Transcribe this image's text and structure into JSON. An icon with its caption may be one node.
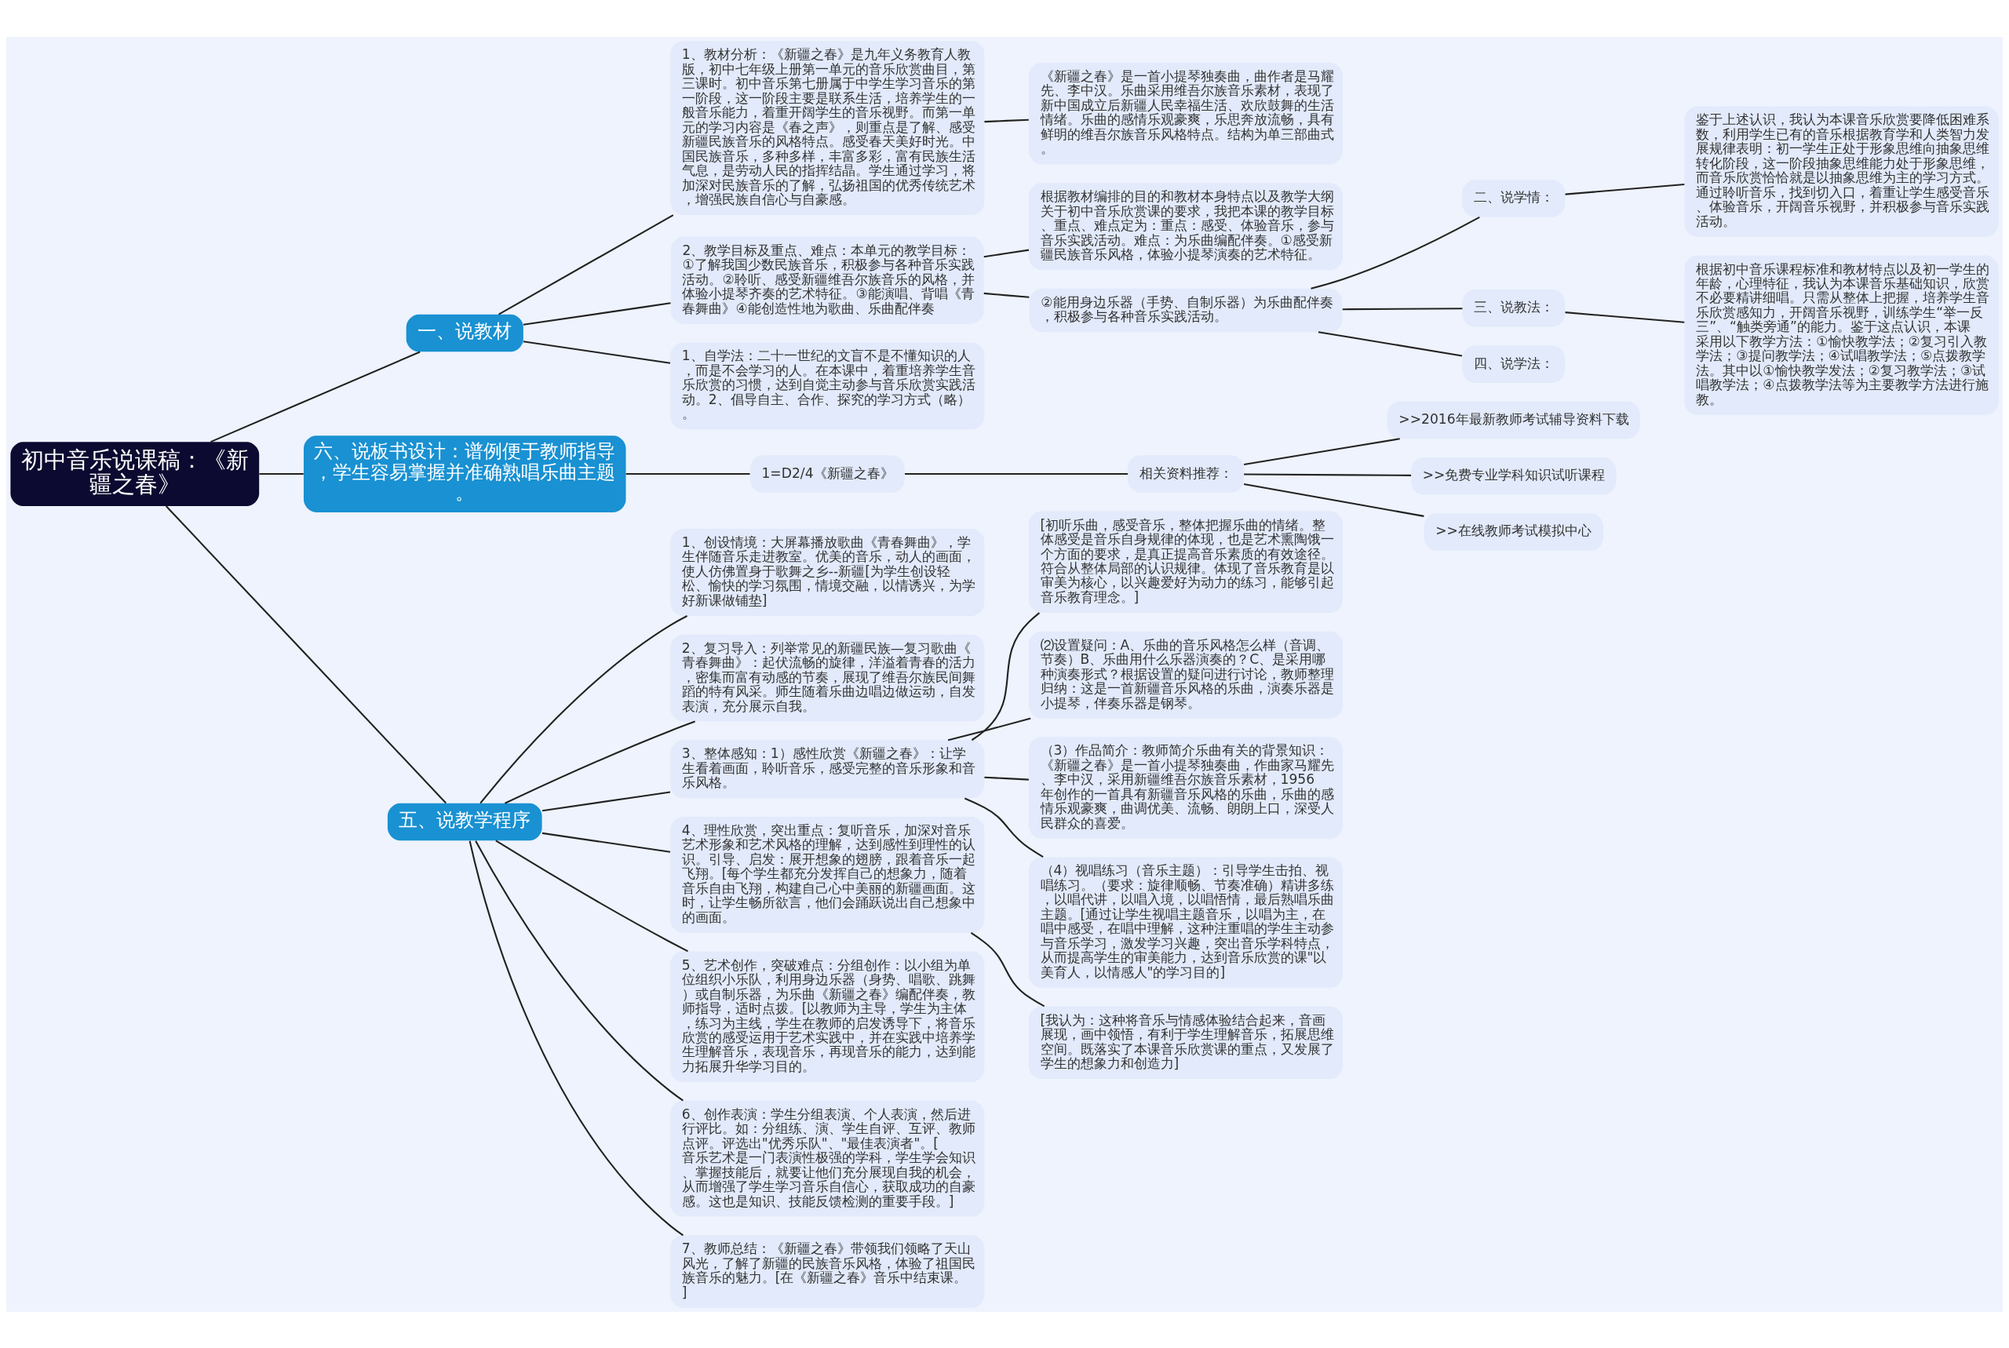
{
  "diagram": {
    "nodes": [
      {
        "text": [
          "初中音乐说课稿：《新疆之春》"
        ]
      },
      {
        "text": [
          "一、说教材"
        ]
      },
      {
        "text": [
          "1、教材分析：《新疆之春》是九年义务教育人教版，初中七年级上册第一单元的音乐欣赏曲目，第三课时。初中音乐第七册属于中学生学习音乐的第一阶段，这一阶段主要是联系生活，培养学生的一般音乐能力，着重开阔学生的音乐视野。而第一单元的学习内容是《春之声》，则重点是了解、感受新疆民族音乐的风格特点。感受春天美好时光。中国民族音乐，多种多样，丰富多彩，富有民族生活气息，是劳动人民的指挥结晶。学生通过学习，将加深对民族音乐的了解，弘扬祖国的优秀传统艺术，增强民族自信心与自豪感。"
        ]
      },
      {
        "text": [
          "《新疆之春》是一首小提琴独奏曲，曲作者是马耀先、李中汉。乐曲采用维吾尔族音乐素材，表现了新中国成立后新疆人民幸福生活、欢欣鼓舞的生活情绪。乐曲的感情乐观豪爽，乐思奔放流畅，具有鲜明的维吾尔族音乐风格特点。结构为单三部曲式。"
        ]
      },
      {
        "text": [
          "2、教学目标及重点、难点：本单元的教学目标：①了解我国少数民族音乐，积极参与各种音乐实践活动。②聆听、感受新疆维吾尔族音乐的风格，并体验小提琴齐奏的艺术特征。③能演唱、背唱《青春舞曲》④能创造性地为歌曲、乐曲配伴奏"
        ]
      },
      {
        "text": [
          "根据教材编排的目的和教材本身特点以及教学大纲关于初中音乐欣赏课的要求，我把本课的教学目标、重点、难点定为：重点：感受、体验音乐，参与音乐实践活动。难点：为乐曲编配伴奏。①感受新疆民族音乐风格，体验小提琴演奏的艺术特征。"
        ]
      },
      {
        "text": [
          "②能用身边乐器（手势、自制乐器）为乐曲配伴奏，积极参与各种音乐实践活动。"
        ]
      },
      {
        "text": [
          "二、说学情："
        ]
      },
      {
        "text": [
          "鉴于上述认识，我认为本课音乐欣赏要降低困难系数，利用学生已有的音乐根据教育学和人类智力发展规律表明：初一学生正处于形象思维向抽象思维转化阶段，这一阶段抽象思维能力处于形象思维，而音乐欣赏恰恰就是以抽象思维为主的学习方式。通过聆听音乐，找到切入口，着重让学生感受音乐、体验音乐，开阔音乐视野，并积极参与音乐实践活动。"
        ]
      },
      {
        "text": [
          "三、说教法："
        ]
      },
      {
        "text": [
          "根据初中音乐课程标准和教材特点以及初一学生的年龄，心理特征，我认为本课音乐基础知识，欣赏不必要精讲细唱。只需从整体上把握，培养学生音乐欣赏感知力，开阔音乐视野，训练学生“举一反三”、“触类旁通”的能力。鉴于这点认识，本课采用以下教学方法：①愉快教学法；②复习引入教学法；③提问教学法；④试唱教学法；⑤点拨教学法。其中以①愉快教学发法；②复习教学法；③试唱教学法；④点拨教学法等为主要教学方法进行施教。"
        ]
      },
      {
        "text": [
          "四、说学法："
        ]
      },
      {
        "text": [
          "1、自学法：二十一世纪的文盲不是不懂知识的人，而是不会学习的人。在本课中，着重培养学生音乐欣赏的习惯，达到自觉主动参与音乐欣赏实践活动。2、倡导自主、合作、探究的学习方式（略）。"
        ]
      },
      {
        "text": [
          "六、说板书设计：谱例便于教师指导，学生容易掌握并准确熟唱乐曲主题。"
        ]
      },
      {
        "text": [
          "1=D2/4《新疆之春》"
        ]
      },
      {
        "text": [
          "相关资料推荐："
        ]
      },
      {
        "text": [
          ">>2016年最新教师考试辅导资料下载"
        ]
      },
      {
        "text": [
          ">>免费专业学科知识试听课程"
        ]
      },
      {
        "text": [
          ">>在线教师考试模拟中心"
        ]
      },
      {
        "text": [
          "五、说教学程序"
        ]
      },
      {
        "text": [
          "1、创设情境：大屏幕播放歌曲《青春舞曲》，学生伴随音乐走进教室。优美的音乐，动人的画面，使人仿佛置身于歌舞之乡--新疆[为学生创设轻松、愉快的学习氛围，情境交融，以情诱兴，为学好新课做铺垫]"
        ]
      },
      {
        "text": [
          "2、复习导入：列举常见的新疆民族—复习歌曲《青春舞曲》：起伏流畅的旋律，洋溢着青春的活力，密集而富有动感的节奏，展现了维吾尔族民间舞蹈的特有风采。师生随着乐曲边唱边做运动，自发表演，充分展示自我。"
        ]
      },
      {
        "text": [
          "3、整体感知：1）感性欣赏《新疆之春》：让学生看着画面，聆听音乐，感受完整的音乐形象和音乐风格。"
        ]
      },
      {
        "text": [
          "[初听乐曲，感受音乐，整体把握乐曲的情绪。整体感受是音乐自身规律的体现，也是艺术熏陶饿一个方面的要求，是真正提高音乐素质的有效途径。符合从整体局部的认识规律。体现了音乐教育是以审美为核心，以兴趣爱好为动力的练习，能够引起音乐教育理念。]"
        ]
      },
      {
        "text": [
          "⑵设置疑问：A、乐曲的音乐风格怎么样（音调、节奏）B、乐曲用什么乐器演奏的？C、是采用哪种演奏形式？根据设置的疑问进行讨论，教师整理归纳：这是一首新疆音乐风格的乐曲，演奏乐器是小提琴，伴奏乐器是钢琴。"
        ]
      },
      {
        "text": [
          "（3）作品简介：教师简介乐曲有关的背景知识：《新疆之春》是一首小提琴独奏曲，作曲家马耀先、李中汉，采用新疆维吾尔族音乐素材，1956年创作的一首具有新疆音乐风格的乐曲，乐曲的感情乐观豪爽，曲调优美、流畅、朗朗上口，深受人民群众的喜爱。"
        ]
      },
      {
        "text": [
          "（4）视唱练习（音乐主题）：引导学生击拍、视唱练习。（要求：旋律顺畅、节奏准确）精讲多练，以唱代讲，以唱入境，以唱悟情，最后熟唱乐曲主题。[通过让学生视唱主题音乐，以唱为主，在唱中感受，在唱中理解，这种注重唱的学生主动参与音乐学习，激发学习兴趣，突出音乐学科特点，从而提高学生的审美能力，达到音乐欣赏的课\"以美育人，以情感人\"的学习目的]"
        ]
      },
      {
        "text": [
          "4、理性欣赏，突出重点：复听音乐，加深对音乐艺术形象和艺术风格的理解，达到感性到理性的认识。引导、启发：展开想象的翅膀，跟着音乐一起飞翔。[每个学生都充分发挥自己的想象力，随着音乐自由飞翔，构建自己心中美丽的新疆画面。这时，让学生畅所欲言，他们会踊跃说出自己想象中的画面。"
        ]
      },
      {
        "text": [
          "[我认为：这种将音乐与情感体验结合起来，音画展现，画中领悟，有利于学生理解音乐，拓展思维空间。既落实了本课音乐欣赏课的重点，又发展了学生的想象力和创造力]"
        ]
      },
      {
        "text": [
          "5、艺术创作，突破难点：分组创作：以小组为单位组织小乐队，利用身边乐器（身势、唱歌、跳舞）或自制乐器，为乐曲《新疆之春》编配伴奏，教师指导，适时点拨。[以教师为主导，学生为主体，练习为主线，学生在教师的启发诱导下，将音乐欣赏的感受运用于艺术实践中，并在实践中培养学生理解音乐，表现音乐，再现音乐的能力，达到能力拓展升华学习目的。"
        ]
      },
      {
        "text": [
          "6、创作表演：学生分组表演、个人表演，然后进行评比。如：分组练、演、学生自评、互评、教师点评。评选出\"优秀乐队\"、\"最佳表演者\"。[音乐艺术是一门表演性极强的学科，学生学会知识、掌握技能后，就要让他们充分展现自我的机会，从而增强了学生学习音乐自信心，获取成功的自豪感。这也是知识、技能反馈检测的重要手段。]"
        ]
      },
      {
        "text": [
          "7、教师总结：《新疆之春》带领我们领略了天山风光，了解了新疆的民族音乐风格，体验了祖国民族音乐的魅力。[在《新疆之春》音乐中结束课。]"
        ]
      }
    ],
    "edges": [
      {
        "from": 0,
        "to": 1,
        "arrow": "none"
      },
      {
        "from": 1,
        "to": 2,
        "arrow": "none"
      },
      {
        "from": 2,
        "to": 3,
        "arrow": "none"
      },
      {
        "from": 1,
        "to": 4,
        "arrow": "none"
      },
      {
        "from": 4,
        "to": 5,
        "arrow": "none"
      },
      {
        "from": 4,
        "to": 6,
        "arrow": "none"
      },
      {
        "from": 6,
        "to": 7,
        "arrow": "none"
      },
      {
        "from": 7,
        "to": 8,
        "arrow": "none"
      },
      {
        "from": 6,
        "to": 9,
        "arrow": "none"
      },
      {
        "from": 9,
        "to": 10,
        "arrow": "none"
      },
      {
        "from": 6,
        "to": 11,
        "arrow": "none"
      },
      {
        "from": 1,
        "to": 12,
        "arrow": "none"
      },
      {
        "from": 0,
        "to": 13,
        "arrow": "none"
      },
      {
        "from": 13,
        "to": 14,
        "arrow": "none"
      },
      {
        "from": 14,
        "to": 15,
        "arrow": "none"
      },
      {
        "from": 15,
        "to": 16,
        "arrow": "none"
      },
      {
        "from": 15,
        "to": 17,
        "arrow": "none"
      },
      {
        "from": 15,
        "to": 18,
        "arrow": "none"
      },
      {
        "from": 0,
        "to": 19,
        "arrow": "none"
      },
      {
        "from": 19,
        "to": 20,
        "arrow": "none"
      },
      {
        "from": 19,
        "to": 21,
        "arrow": "none"
      },
      {
        "from": 19,
        "to": 22,
        "arrow": "none"
      },
      {
        "from": 22,
        "to": 23,
        "arrow": "none"
      },
      {
        "from": 22,
        "to": 24,
        "arrow": "none"
      },
      {
        "from": 22,
        "to": 25,
        "arrow": "none"
      },
      {
        "from": 22,
        "to": 26,
        "arrow": "none"
      },
      {
        "from": 19,
        "to": 27,
        "arrow": "none"
      },
      {
        "from": 27,
        "to": 28,
        "arrow": "none"
      },
      {
        "from": 19,
        "to": 29,
        "arrow": "none"
      },
      {
        "from": 19,
        "to": 30,
        "arrow": "none"
      },
      {
        "from": 19,
        "to": 31,
        "arrow": "none"
      }
    ]
  }
}
